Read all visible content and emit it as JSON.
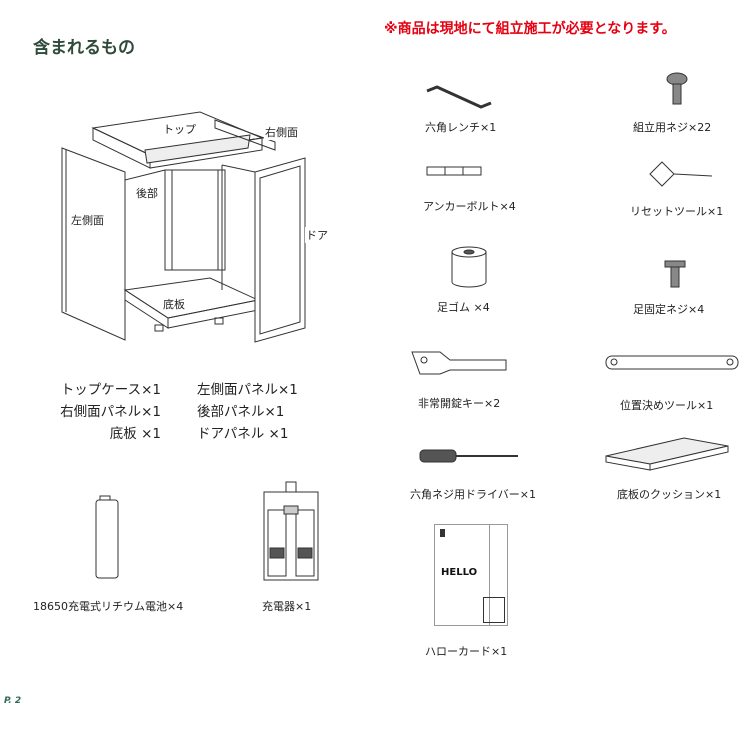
{
  "header": {
    "title": "含まれるもの",
    "notice": "※商品は現地にて組立施工が必要となります。"
  },
  "diagram_labels": {
    "top": "トップ",
    "right_side": "右側面",
    "back": "後部",
    "left_side": "左側面",
    "door": "ドア",
    "bottom": "底板"
  },
  "panel_list": [
    {
      "name": "トップケース",
      "qty": "×1"
    },
    {
      "name": "左側面パネル",
      "qty": "×1"
    },
    {
      "name": "右側面パネル",
      "qty": "×1"
    },
    {
      "name": "後部パネル",
      "qty": "×1"
    },
    {
      "name": "底板",
      "qty": "×1"
    },
    {
      "name": "ドアパネル",
      "qty": "×1"
    }
  ],
  "accessories": {
    "battery": "18650充電式リチウム電池×4",
    "charger": "充電器×1",
    "hex_wrench": "六角レンチ×1",
    "screws": "組立用ネジ×22",
    "anchor_bolt": "アンカーボルト×4",
    "reset_tool": "リセットツール×1",
    "rubber_feet": "足ゴム ×4",
    "foot_screws": "足固定ネジ×4",
    "emergency_key": "非常開錠キー×2",
    "positioning_tool": "位置決めツール×1",
    "screwdriver": "六角ネジ用ドライバー×1",
    "cushion": "底板のクッション×1",
    "hello_card": "ハローカード×1",
    "card_text": "HELLO"
  },
  "footer": {
    "page": "P. 2"
  }
}
